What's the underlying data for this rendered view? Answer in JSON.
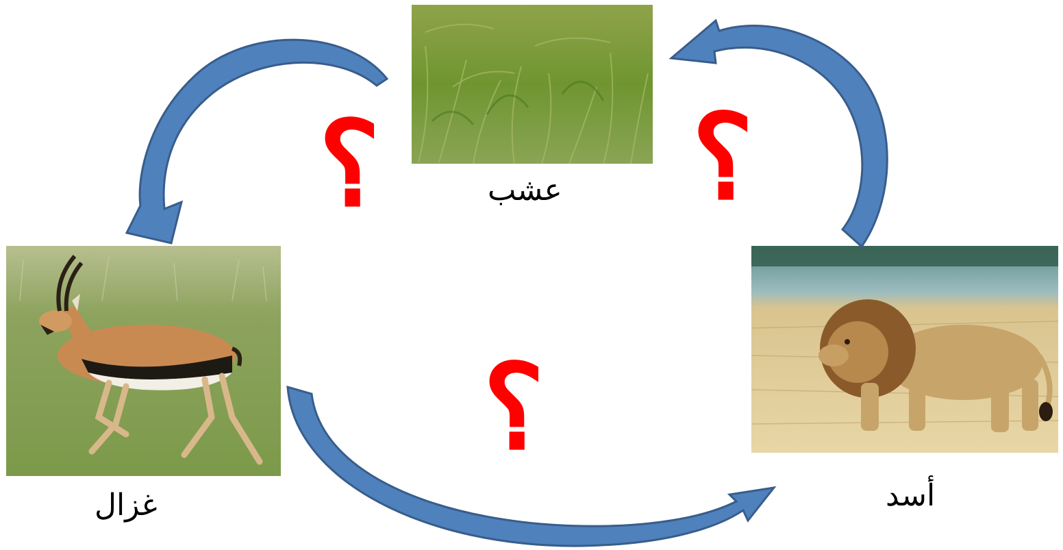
{
  "labels": {
    "grass": "عشب",
    "gazelle": "غزال",
    "lion": "أسد"
  },
  "question_mark": "؟",
  "images": {
    "grass": "grass-photo",
    "gazelle": "gazelle-photo",
    "lion": "lion-photo"
  },
  "colors": {
    "arrow_fill": "#4f81bd",
    "arrow_stroke": "#385d8a",
    "question_mark": "#ff0000"
  }
}
